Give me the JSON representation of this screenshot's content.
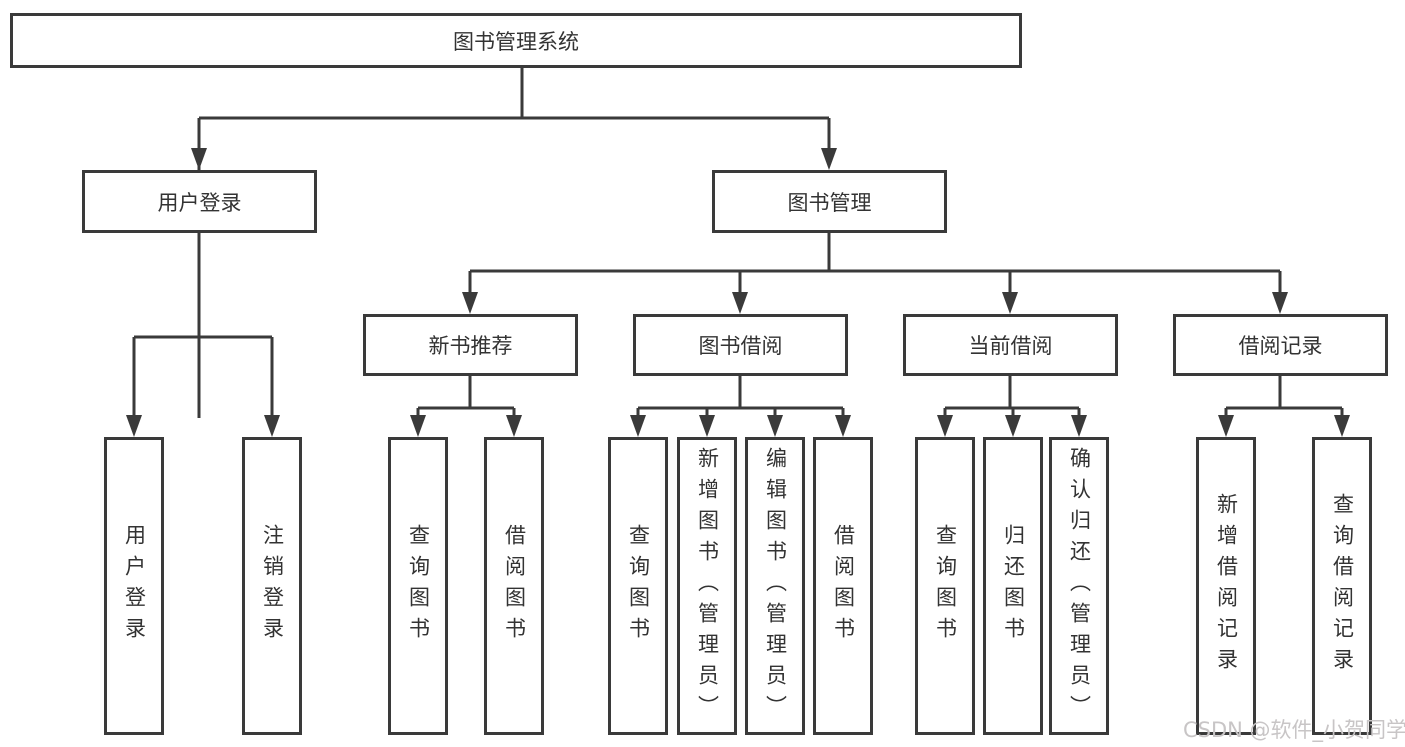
{
  "diagram": {
    "type": "tree",
    "title": "图书管理系统",
    "watermark": "CSDN @软件_小贺同学",
    "colors": {
      "line": "#3a3a3a",
      "border": "#3a3a3a",
      "text": "#333333",
      "box_background": "#ffffff",
      "watermark_text": "#c8c5c6"
    },
    "nodes": {
      "root": {
        "label": "图书管理系统"
      },
      "user_login": {
        "label": "用户登录"
      },
      "book_mgmt": {
        "label": "图书管理"
      },
      "new_book_rec": {
        "label": "新书推荐"
      },
      "book_borrow": {
        "label": "图书借阅"
      },
      "current_borrow": {
        "label": "当前借阅"
      },
      "borrow_record": {
        "label": "借阅记录"
      },
      "leaf_user_login": {
        "label": "用户登录"
      },
      "leaf_logout": {
        "label": "注销登录"
      },
      "leaf_nbr_query": {
        "label": "查询图书"
      },
      "leaf_nbr_borrow": {
        "label": "借阅图书"
      },
      "leaf_bb_query": {
        "label": "查询图书"
      },
      "leaf_bb_add": {
        "label": "新增图书（管理员）"
      },
      "leaf_bb_edit": {
        "label": "编辑图书（管理员）"
      },
      "leaf_bb_borrow": {
        "label": "借阅图书"
      },
      "leaf_cb_query": {
        "label": "查询图书"
      },
      "leaf_cb_return": {
        "label": "归还图书"
      },
      "leaf_cb_confirm": {
        "label": "确认归还（管理员）"
      },
      "leaf_br_add": {
        "label": "新增借阅记录"
      },
      "leaf_br_query": {
        "label": "查询借阅记录"
      }
    },
    "hierarchy": {
      "图书管理系统": {
        "用户登录": [
          "用户登录",
          "注销登录"
        ],
        "图书管理": {
          "新书推荐": [
            "查询图书",
            "借阅图书"
          ],
          "图书借阅": [
            "查询图书",
            "新增图书（管理员）",
            "编辑图书（管理员）",
            "借阅图书"
          ],
          "当前借阅": [
            "查询图书",
            "归还图书",
            "确认归还（管理员）"
          ],
          "借阅记录": [
            "新增借阅记录",
            "查询借阅记录"
          ]
        }
      }
    }
  }
}
